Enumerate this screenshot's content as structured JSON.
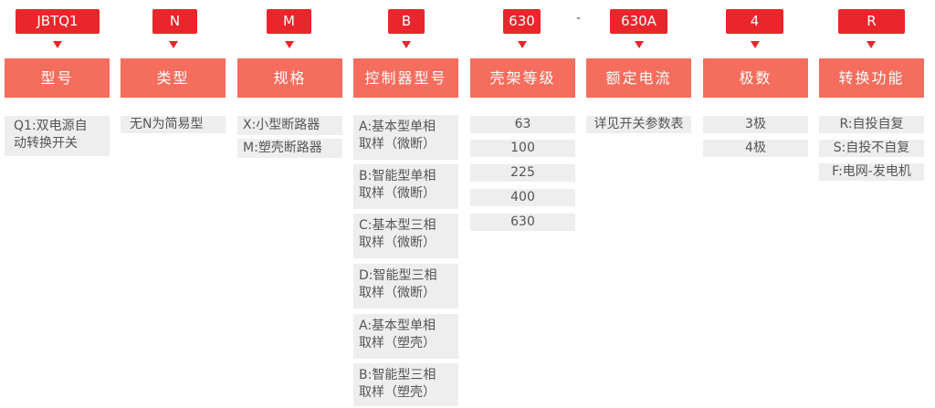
{
  "codes": [
    "JBTQ1",
    "N",
    "M",
    "B",
    "630",
    "-",
    "630A",
    "4",
    "R"
  ],
  "headers": [
    "型号",
    "类型",
    "规格",
    "控制器型号",
    "壳架等级",
    "额定电流",
    "极数",
    "转换功能"
  ],
  "col1": [
    "Q1:双电源自",
    "动转换开关"
  ],
  "col2": [
    "无N为简易型"
  ],
  "col3": [
    "X:小型断路器",
    "M:塑壳断路器"
  ],
  "col4": [
    [
      "A:基本型单相",
      "取样（微断）"
    ],
    [
      "B:智能型单相",
      "取样（微断）"
    ],
    [
      "C:基本型三相",
      "取样（微断）"
    ],
    [
      "D:智能型三相",
      "取样（微断）"
    ],
    [
      "A:基本型单相",
      "取样（塑壳）"
    ],
    [
      "B:智能型三相",
      "取样（塑壳）"
    ]
  ],
  "col5": [
    "63",
    "100",
    "225",
    "400",
    "630"
  ],
  "col6": [
    "详见开关参数表"
  ],
  "col7": [
    "3极",
    "4极"
  ],
  "col8": [
    "R:自投自复",
    "S:自投不自复",
    "F:电网-发电机"
  ]
}
